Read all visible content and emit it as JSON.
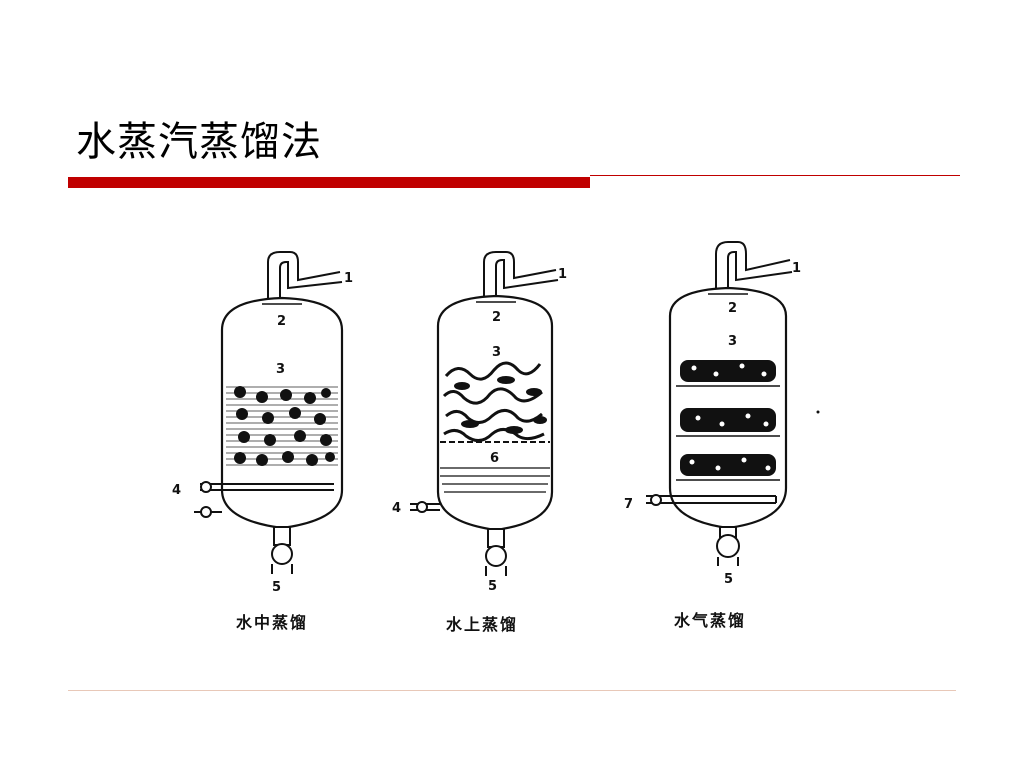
{
  "slide": {
    "title": "水蒸汽蒸馏法",
    "accent_color": "#c00000"
  },
  "diagrams": [
    {
      "caption": "水中蒸馏",
      "labels": {
        "outlet": "1",
        "top": "2",
        "material": "3",
        "inlet": "4",
        "bottom": "5"
      }
    },
    {
      "caption": "水上蒸馏",
      "labels": {
        "outlet": "1",
        "top": "2",
        "material": "3",
        "inlet": "4",
        "bottom": "5",
        "water": "6"
      }
    },
    {
      "caption": "水气蒸馏",
      "labels": {
        "outlet": "1",
        "top": "2",
        "material": "3",
        "inlet": "7",
        "bottom": "5"
      }
    }
  ]
}
